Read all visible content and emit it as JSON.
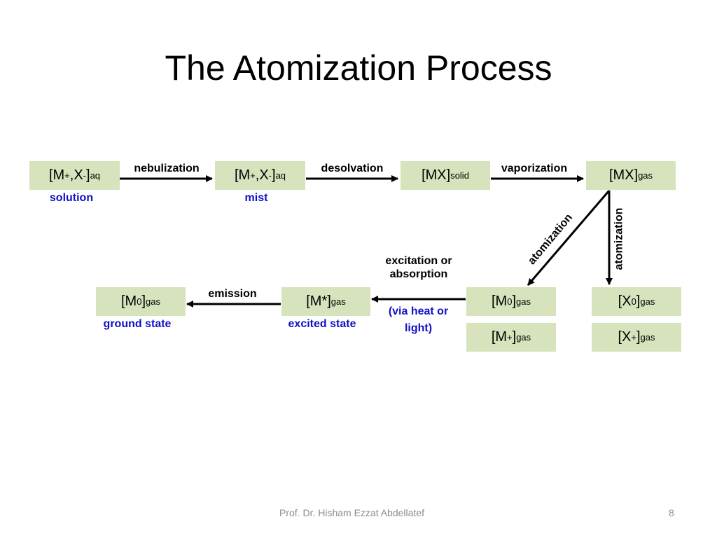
{
  "title": "The Atomization Process",
  "boxes": {
    "solution": {
      "main": "[M",
      "sup1": "+",
      "mid": ",X",
      "sup2": "-",
      "close": "]",
      "sub": "aq"
    },
    "mist": {
      "main": "[M",
      "sup1": "+",
      "mid": ",X",
      "sup2": "-",
      "close": "]",
      "sub": "aq"
    },
    "solid": {
      "main": "[MX]",
      "sub": "solid"
    },
    "gas": {
      "main": "[MX]",
      "sub": "gas"
    },
    "m0": {
      "main": "[M",
      "sup": "0",
      "close": "]",
      "sub": "gas"
    },
    "mplus": {
      "main": "[M",
      "sup": "+",
      "close": "]",
      "sub": "gas"
    },
    "x0": {
      "main": "[X",
      "sup": "0",
      "close": "]",
      "sub": "gas"
    },
    "xplus": {
      "main": "[X",
      "sup": "+",
      "close": "]",
      "sub": "gas"
    },
    "mstar": {
      "main": "[M*]",
      "sub": "gas"
    },
    "ground": {
      "main": "[M",
      "sup": "0",
      "close": "]",
      "sub": "gas"
    }
  },
  "labels": {
    "solution": "solution",
    "mist": "mist",
    "ground_state": "ground state",
    "excited_state": "excited state",
    "via_heat_line1": "(via heat or",
    "via_heat_line2": "light)"
  },
  "arrows": {
    "nebulization": "nebulization",
    "desolvation": "desolvation",
    "vaporization": "vaporization",
    "atomization_diag": "atomization",
    "atomization_vert": "atomization",
    "excitation_line1": "excitation or",
    "excitation_line2": "absorption",
    "emission": "emission"
  },
  "footer": {
    "author": "Prof. Dr. Hisham Ezzat Abdellatef",
    "page": "8"
  },
  "colors": {
    "box_fill": "#d6e3bc",
    "label_blue": "#1010c8",
    "footer_gray": "#8c8c8c"
  }
}
